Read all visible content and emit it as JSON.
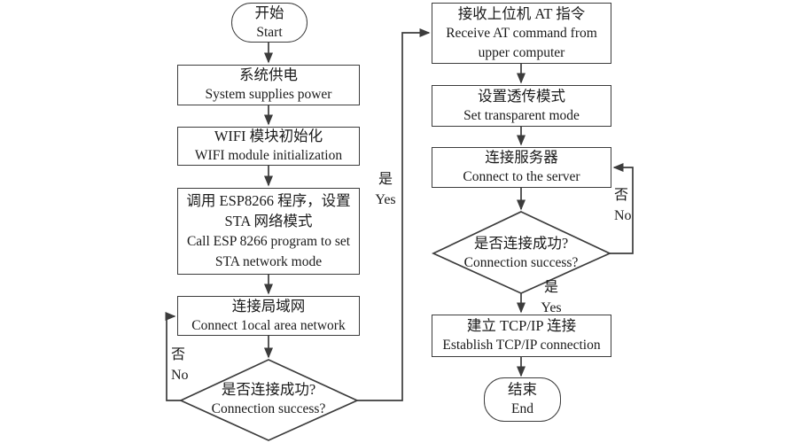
{
  "colors": {
    "line": "#3c3c3c",
    "text": "#1a1a1a",
    "background": "#ffffff"
  },
  "nodes": {
    "start": {
      "shape": "terminal",
      "zh": "开始",
      "en": "Start"
    },
    "system_power": {
      "shape": "process",
      "zh": "系统供电",
      "en": "System supplies power"
    },
    "wifi_init": {
      "shape": "process",
      "zh": "WIFI 模块初始化",
      "en": "WIFI module initialization"
    },
    "esp_program": {
      "shape": "process",
      "zh_line1": "调用 ESP8266 程序，设置",
      "zh_line2": "STA 网络模式",
      "en_line1": "Call ESP 8266 program to set",
      "en_line2": "STA network mode"
    },
    "connect_lan": {
      "shape": "process",
      "zh": "连接局域网",
      "en": "Connect 1ocal area network"
    },
    "lan_success": {
      "shape": "decision",
      "zh": "是否连接成功?",
      "en": "Connection success?"
    },
    "receive_at": {
      "shape": "process",
      "zh": "接收上位机 AT 指令",
      "en_line1": "Receive AT command from",
      "en_line2": "upper computer"
    },
    "transparent_mode": {
      "shape": "process",
      "zh": "设置透传模式",
      "en": "Set transparent mode"
    },
    "connect_server": {
      "shape": "process",
      "zh": "连接服务器",
      "en": "Connect to the server"
    },
    "server_success": {
      "shape": "decision",
      "zh": "是否连接成功?",
      "en": "Connection success?"
    },
    "tcpip": {
      "shape": "process",
      "zh": "建立 TCP/IP 连接",
      "en": "Establish TCP/IP connection"
    },
    "end": {
      "shape": "terminal",
      "zh": "结束",
      "en": "End"
    }
  },
  "edge_labels": {
    "lan_no": {
      "zh": "否",
      "en": "No"
    },
    "lan_yes": {
      "zh": "是",
      "en": "Yes"
    },
    "server_no": {
      "zh": "否",
      "en": "No"
    },
    "server_yes": {
      "zh": "是",
      "en": "Yes"
    }
  }
}
